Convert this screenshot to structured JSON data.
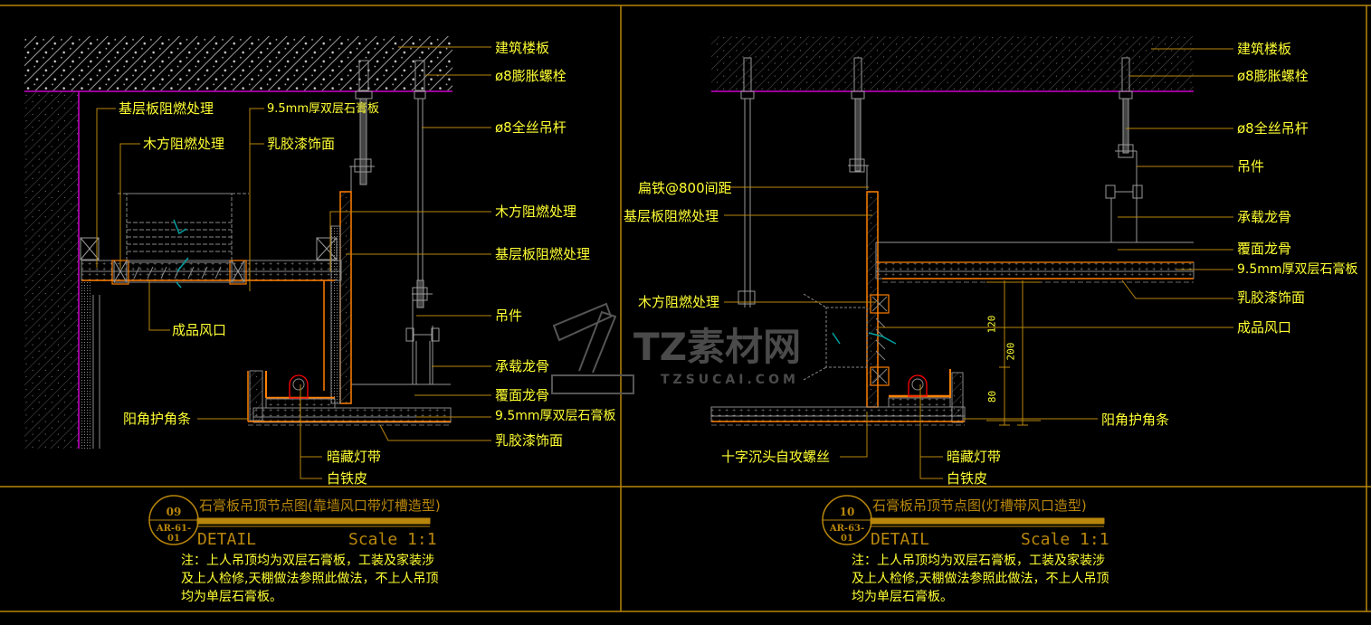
{
  "colors": {
    "background": "#000000",
    "frame": "#b8860b",
    "label_text": "#ffff33",
    "leader": "#b8860b",
    "slab_line": "#cc00cc",
    "board": "#ff7f00",
    "lamp": "#ff0000",
    "airflow": "#00a0a0",
    "structure": "#8c8c8c"
  },
  "left_detail": {
    "labels": {
      "slab": "建筑楼板",
      "bolt": "ø8膨胀螺栓",
      "base_board_top": "基层板阻燃处理",
      "gypsum_top": "9.5mm厚双层石膏板",
      "rod": "ø8全丝吊杆",
      "wood_top": "木方阻燃处理",
      "latex_top": "乳胶漆饰面",
      "wood_right": "木方阻燃处理",
      "base_board_right": "基层板阻燃处理",
      "vent": "成品风口",
      "hanger": "吊件",
      "main_keel": "承载龙骨",
      "cover_keel": "覆面龙骨",
      "corner_bead": "阳角护角条",
      "gypsum_bottom": "9.5mm厚双层石膏板",
      "latex_bottom": "乳胶漆饰面",
      "led_strip": "暗藏灯带",
      "tin_sheet": "白铁皮"
    },
    "title": {
      "number": "09",
      "sheet_ref": "AR-61-01",
      "name": "石膏板吊顶节点图(靠墙风口带灯槽造型)",
      "detail": "DETAIL",
      "scale": "Scale 1:1"
    },
    "note": "注：上人吊顶均为双层石膏板，工装及家装涉\n及上人检修,天棚做法参照此做法，不上人吊顶\n均为单层石膏板。"
  },
  "right_detail": {
    "labels": {
      "slab": "建筑楼板",
      "bolt": "ø8膨胀螺栓",
      "rod": "ø8全丝吊杆",
      "hanger": "吊件",
      "flat_iron": "扁铁@800间距",
      "base_board": "基层板阻燃处理",
      "main_keel": "承载龙骨",
      "cover_keel": "覆面龙骨",
      "gypsum": "9.5mm厚双层石膏板",
      "latex": "乳胶漆饰面",
      "wood": "木方阻燃处理",
      "vent": "成品风口",
      "corner_bead": "阳角护角条",
      "screw": "十字沉头自攻螺丝",
      "led_strip": "暗藏灯带",
      "tin_sheet": "白铁皮"
    },
    "dimensions": {
      "upper": "120",
      "total": "200",
      "lower": "80"
    },
    "title": {
      "number": "10",
      "sheet_ref": "AR-63-01",
      "name": "石膏板吊顶节点图(灯槽带风口造型)",
      "detail": "DETAIL",
      "scale": "Scale 1:1"
    },
    "note": "注：上人吊顶均为双层石膏板，工装及家装涉\n及上人检修,天棚做法参照此做法，不上人吊顶\n均为单层石膏板。"
  },
  "watermark": {
    "brand": "TZ素材网",
    "site": "TZSUCAI.COM"
  }
}
